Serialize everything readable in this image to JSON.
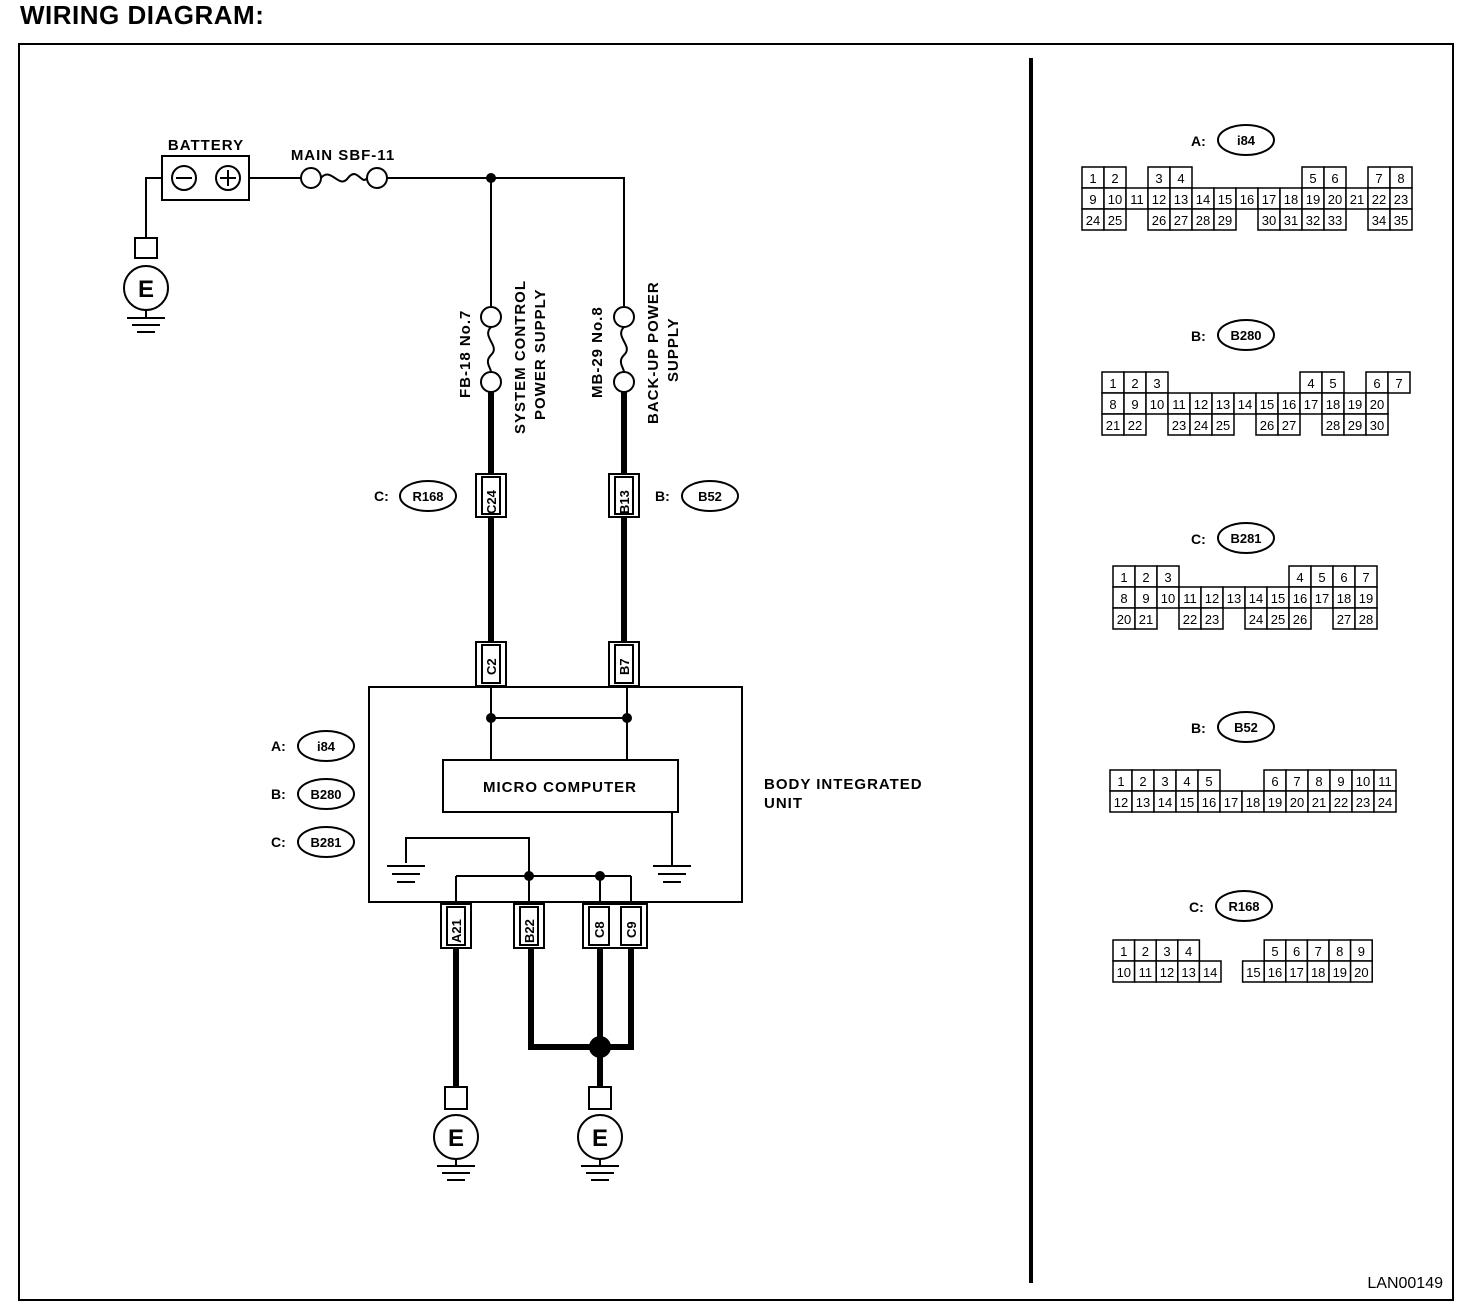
{
  "title": "WIRING DIAGRAM:",
  "footer_code": "LAN00149",
  "colors": {
    "line": "#000000",
    "background": "#ffffff"
  },
  "left": {
    "battery_label": "BATTERY",
    "minus_symbol": "⊖",
    "plus_symbol": "⊕",
    "main_fuse_label": "MAIN SBF-11",
    "earth_letter": "E",
    "fuse1": {
      "id": "FB-18 No.7",
      "desc_line1": "SYSTEM CONTROL",
      "desc_line2": "POWER  SUPPLY"
    },
    "fuse2": {
      "id": "MB-29 No.8",
      "desc_line1": "BACK-UP POWER",
      "desc_line2": "SUPPLY"
    },
    "r168_ref": {
      "prefix": "C:",
      "name": "R168"
    },
    "b52_ref": {
      "prefix": "B:",
      "name": "B52"
    },
    "pins_top": [
      "C24",
      "B13"
    ],
    "pins_unit": [
      "C2",
      "B7"
    ],
    "pins_bottom": [
      "A21",
      "B22",
      "C8",
      "C9"
    ],
    "unit_connectors": [
      {
        "prefix": "A:",
        "name": "i84"
      },
      {
        "prefix": "B:",
        "name": "B280"
      },
      {
        "prefix": "C:",
        "name": "B281"
      }
    ],
    "micro_computer_label": "MICRO COMPUTER",
    "unit_label_line1": "BODY INTEGRATED",
    "unit_label_line2": "UNIT"
  },
  "connectors": [
    {
      "prefix": "A:",
      "name": "i84",
      "rows": [
        [
          "1",
          "2",
          "",
          "3",
          "4",
          "",
          "",
          "",
          "",
          "",
          "5",
          "6",
          "",
          "7",
          "8"
        ],
        [
          "9",
          "10",
          "11",
          "12",
          "13",
          "14",
          "15",
          "16",
          "17",
          "18",
          "19",
          "20",
          "21",
          "22",
          "23"
        ],
        [
          "24",
          "25",
          "",
          "26",
          "27",
          "28",
          "29",
          "",
          "30",
          "31",
          "32",
          "33",
          "",
          "34",
          "35"
        ]
      ]
    },
    {
      "prefix": "B:",
      "name": "B280",
      "rows": [
        [
          "1",
          "2",
          "3",
          "",
          "",
          "",
          "",
          "",
          "",
          "4",
          "5",
          "",
          "6",
          "7"
        ],
        [
          "8",
          "9",
          "10",
          "11",
          "12",
          "13",
          "14",
          "15",
          "16",
          "17",
          "18",
          "19",
          "20"
        ],
        [
          "21",
          "22",
          "",
          "23",
          "24",
          "25",
          "",
          "26",
          "27",
          "",
          "28",
          "29",
          "30"
        ]
      ]
    },
    {
      "prefix": "C:",
      "name": "B281",
      "rows": [
        [
          "1",
          "2",
          "3",
          "",
          "",
          "",
          "",
          "",
          "4",
          "5",
          "6",
          "7"
        ],
        [
          "8",
          "9",
          "10",
          "11",
          "12",
          "13",
          "14",
          "15",
          "16",
          "17",
          "18",
          "19"
        ],
        [
          "20",
          "21",
          "",
          "22",
          "23",
          "",
          "24",
          "25",
          "26",
          "",
          "27",
          "28"
        ]
      ]
    },
    {
      "prefix": "B:",
      "name": "B52",
      "rows": [
        [
          "1",
          "2",
          "3",
          "4",
          "5",
          "",
          "",
          "6",
          "7",
          "8",
          "9",
          "10",
          "11"
        ],
        [
          "12",
          "13",
          "14",
          "15",
          "16",
          "17",
          "18",
          "19",
          "20",
          "21",
          "22",
          "23",
          "24"
        ]
      ]
    },
    {
      "prefix": "C:",
      "name": "R168",
      "rows": [
        [
          "1",
          "2",
          "3",
          "4",
          "",
          "",
          "",
          "5",
          "6",
          "7",
          "8",
          "9"
        ],
        [
          "10",
          "11",
          "12",
          "13",
          "14",
          "",
          "15",
          "16",
          "17",
          "18",
          "19",
          "20"
        ]
      ]
    }
  ]
}
